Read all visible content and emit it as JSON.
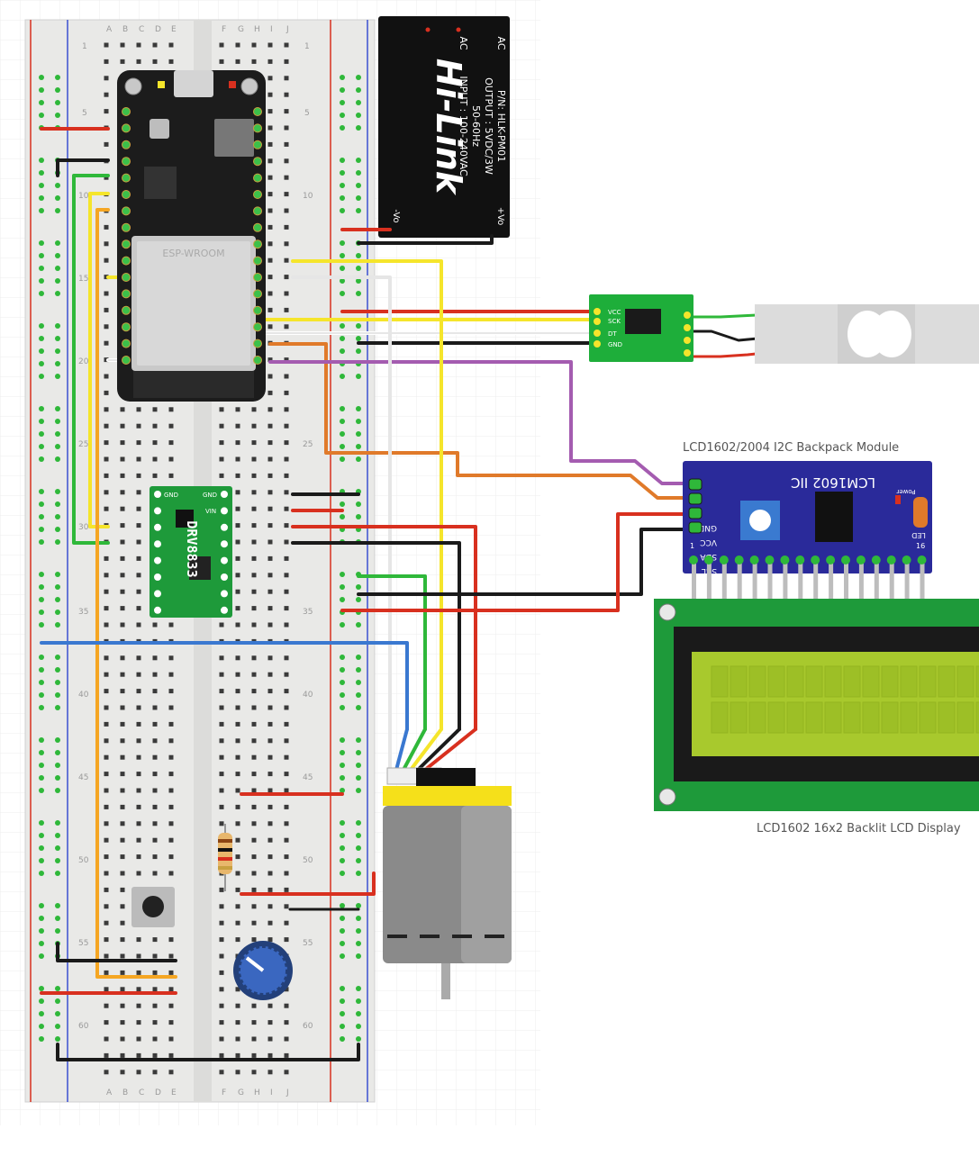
{
  "breadboard": {
    "column_letters": [
      "A",
      "B",
      "C",
      "D",
      "E",
      "F",
      "G",
      "H",
      "I",
      "J"
    ],
    "row_numbers": [
      "1",
      "5",
      "10",
      "15",
      "20",
      "25",
      "30",
      "35",
      "40",
      "45",
      "50",
      "55",
      "60"
    ]
  },
  "power_module": {
    "brand": "Hi-Link",
    "ac1": "AC",
    "ac2": "AC",
    "input": "INPUT : 100-240VAC",
    "freq": "50-60Hz",
    "output": "OUTPUT : 5VDC/3W",
    "pn": "P/N: HLK-PM01",
    "vplus": "+Vo",
    "vminus": "-Vo"
  },
  "esp32": {
    "module_label": "ESP-WROOM"
  },
  "driver": {
    "label": "DRV8833",
    "gnd1": "GND",
    "gnd2": "GND",
    "vin": "VIN"
  },
  "hx711": {
    "pins": [
      "VCC",
      "SCK",
      "DT",
      "GND"
    ]
  },
  "i2c_backpack": {
    "caption": "LCD1602/2004 I2C Backpack Module",
    "title": "LCM1602 IIC",
    "pins": [
      "SCL",
      "SDA",
      "VCC",
      "GND"
    ],
    "power": "Power",
    "led": "LED",
    "pin_first": "1",
    "pin_last": "16"
  },
  "lcd": {
    "caption": "LCD1602 16x2 Backlit LCD Display"
  },
  "colors": {
    "wire_red": "#d8301f",
    "wire_black": "#1a1a1a",
    "wire_yellow": "#f5e52b",
    "wire_white": "#e6e6e6",
    "wire_orange": "#e07a2a",
    "wire_purple": "#a45cb0",
    "wire_green": "#2fb83a",
    "wire_blue": "#3a78d0",
    "wire_orange_long": "#f5a623",
    "pcb_green": "#1e9a3a",
    "pcb_black": "#1c1c1c",
    "lcd_backpack_blue": "#2a2a9a",
    "lcd_screen": "#a8c92d"
  }
}
